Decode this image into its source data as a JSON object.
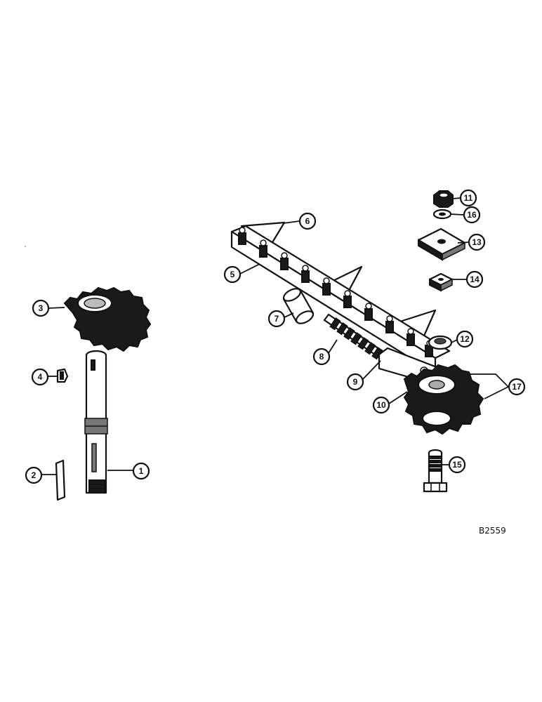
{
  "callouts": {
    "c1": "1",
    "c2": "2",
    "c3": "3",
    "c4": "4",
    "c5": "5",
    "c6": "6",
    "c7": "7",
    "c8": "8",
    "c9": "9",
    "c10": "10",
    "c11": "11",
    "c12": "12",
    "c13": "13",
    "c14": "14",
    "c15": "15",
    "c16": "16",
    "c17": "17"
  },
  "reference_code": "B2559"
}
